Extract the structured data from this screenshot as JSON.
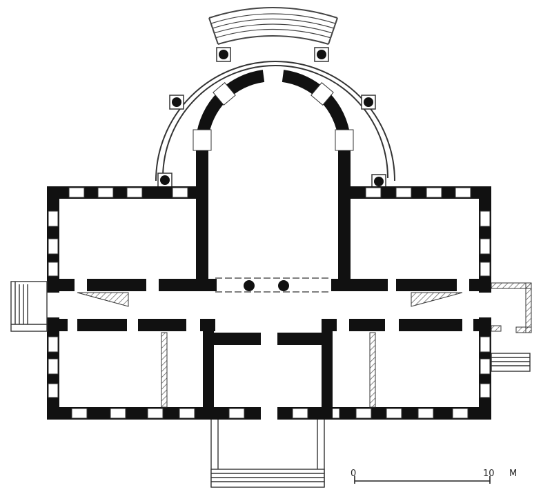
{
  "scale_bar": {
    "start_label": "0",
    "end_label": "10",
    "unit_label": "M",
    "length_m": 10
  },
  "colors": {
    "wall": "#111111",
    "line": "#333333",
    "paper": "#ffffff",
    "hatch": "#555555"
  },
  "features": {
    "front_columns": 2,
    "apse_columns": 6,
    "staircases": 2,
    "entrance_steps": 3
  }
}
